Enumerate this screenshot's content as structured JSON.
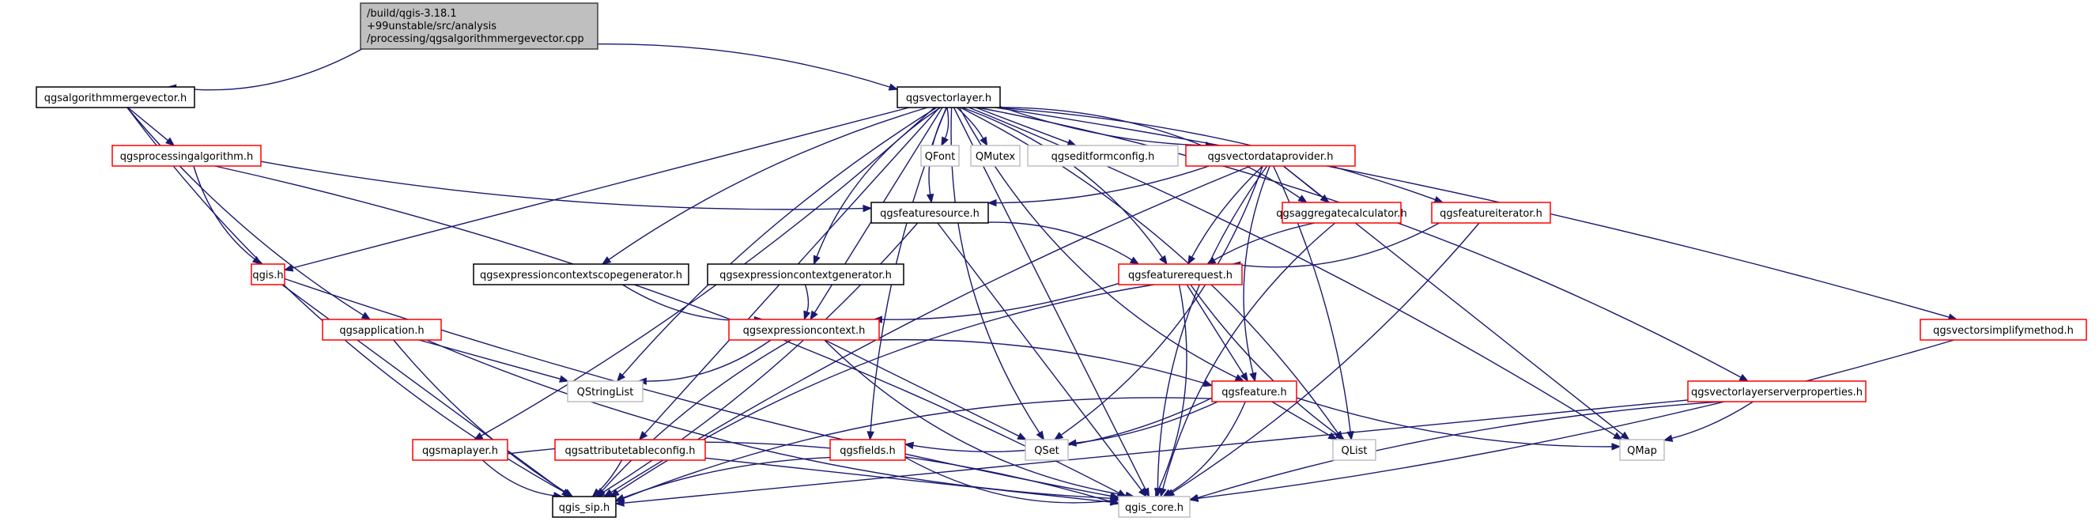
{
  "diagram": {
    "type": "include-dependency-graph",
    "root": "root",
    "legend_colors": {
      "root_fill": "#bfbfbf",
      "root_border": "#404040",
      "documented_border": "#000000",
      "truncated_border": "#ff0000",
      "external_border": "#bfbfbf",
      "edge": "#191970"
    },
    "nodes": [
      {
        "id": "root",
        "lines": [
          "/build/qgis-3.18.1",
          "+99unstable/src/analysis",
          "/processing/qgsalgorithmmergevector.cpp"
        ],
        "kind": "root"
      },
      {
        "id": "algmerge",
        "lines": [
          "qgsalgorithmmergevector.h"
        ],
        "kind": "documented"
      },
      {
        "id": "vectorlayer",
        "lines": [
          "qgsvectorlayer.h"
        ],
        "kind": "documented"
      },
      {
        "id": "procalg",
        "lines": [
          "qgsprocessingalgorithm.h"
        ],
        "kind": "truncated"
      },
      {
        "id": "qfont",
        "lines": [
          "QFont"
        ],
        "kind": "external"
      },
      {
        "id": "qmutex",
        "lines": [
          "QMutex"
        ],
        "kind": "external"
      },
      {
        "id": "editform",
        "lines": [
          "qgseditformconfig.h"
        ],
        "kind": "external"
      },
      {
        "id": "vdp",
        "lines": [
          "qgsvectordataprovider.h"
        ],
        "kind": "truncated"
      },
      {
        "id": "featsource",
        "lines": [
          "qgsfeaturesource.h"
        ],
        "kind": "documented"
      },
      {
        "id": "aggcalc",
        "lines": [
          "qgsaggregatecalculator.h"
        ],
        "kind": "truncated"
      },
      {
        "id": "featiter",
        "lines": [
          "qgsfeatureiterator.h"
        ],
        "kind": "truncated"
      },
      {
        "id": "qgis",
        "lines": [
          "qgis.h"
        ],
        "kind": "truncated"
      },
      {
        "id": "ecscopegen",
        "lines": [
          "qgsexpressioncontextscopegenerator.h"
        ],
        "kind": "documented"
      },
      {
        "id": "ecgen",
        "lines": [
          "qgsexpressioncontextgenerator.h"
        ],
        "kind": "documented"
      },
      {
        "id": "featreq",
        "lines": [
          "qgsfeaturerequest.h"
        ],
        "kind": "truncated"
      },
      {
        "id": "simplify",
        "lines": [
          "qgsvectorsimplifymethod.h"
        ],
        "kind": "truncated"
      },
      {
        "id": "app",
        "lines": [
          "qgsapplication.h"
        ],
        "kind": "truncated"
      },
      {
        "id": "expctx",
        "lines": [
          "qgsexpressioncontext.h"
        ],
        "kind": "truncated"
      },
      {
        "id": "qstringlist",
        "lines": [
          "QStringList"
        ],
        "kind": "external"
      },
      {
        "id": "feature",
        "lines": [
          "qgsfeature.h"
        ],
        "kind": "truncated"
      },
      {
        "id": "vlserverprops",
        "lines": [
          "qgsvectorlayerserverproperties.h"
        ],
        "kind": "truncated"
      },
      {
        "id": "maplayer",
        "lines": [
          "qgsmaplayer.h"
        ],
        "kind": "truncated"
      },
      {
        "id": "attrtable",
        "lines": [
          "qgsattributetableconfig.h"
        ],
        "kind": "truncated"
      },
      {
        "id": "fields",
        "lines": [
          "qgsfields.h"
        ],
        "kind": "truncated"
      },
      {
        "id": "qset",
        "lines": [
          "QSet"
        ],
        "kind": "external"
      },
      {
        "id": "qlist",
        "lines": [
          "QList"
        ],
        "kind": "external"
      },
      {
        "id": "qmap",
        "lines": [
          "QMap"
        ],
        "kind": "external"
      },
      {
        "id": "sip",
        "lines": [
          "qgis_sip.h"
        ],
        "kind": "documented"
      },
      {
        "id": "core",
        "lines": [
          "qgis_core.h"
        ],
        "kind": "external"
      }
    ],
    "edges": [
      [
        "root",
        "algmerge"
      ],
      [
        "root",
        "vectorlayer"
      ],
      [
        "algmerge",
        "procalg"
      ],
      [
        "algmerge",
        "app"
      ],
      [
        "algmerge",
        "sip"
      ],
      [
        "vectorlayer",
        "qfont"
      ],
      [
        "vectorlayer",
        "qmutex"
      ],
      [
        "vectorlayer",
        "editform"
      ],
      [
        "vectorlayer",
        "vdp"
      ],
      [
        "vectorlayer",
        "featsource"
      ],
      [
        "vectorlayer",
        "aggcalc"
      ],
      [
        "vectorlayer",
        "featiter"
      ],
      [
        "vectorlayer",
        "qgis"
      ],
      [
        "vectorlayer",
        "ecscopegen"
      ],
      [
        "vectorlayer",
        "ecgen"
      ],
      [
        "vectorlayer",
        "featreq"
      ],
      [
        "vectorlayer",
        "simplify"
      ],
      [
        "vectorlayer",
        "expctx"
      ],
      [
        "vectorlayer",
        "qstringlist"
      ],
      [
        "vectorlayer",
        "feature"
      ],
      [
        "vectorlayer",
        "vlserverprops"
      ],
      [
        "vectorlayer",
        "maplayer"
      ],
      [
        "vectorlayer",
        "attrtable"
      ],
      [
        "vectorlayer",
        "fields"
      ],
      [
        "vectorlayer",
        "qset"
      ],
      [
        "vectorlayer",
        "qlist"
      ],
      [
        "vectorlayer",
        "qmap"
      ],
      [
        "vectorlayer",
        "core"
      ],
      [
        "procalg",
        "featsource"
      ],
      [
        "procalg",
        "qgis"
      ],
      [
        "procalg",
        "core"
      ],
      [
        "vdp",
        "featsource"
      ],
      [
        "vdp",
        "aggcalc"
      ],
      [
        "vdp",
        "featreq"
      ],
      [
        "vdp",
        "feature"
      ],
      [
        "vdp",
        "qset"
      ],
      [
        "vdp",
        "qlist"
      ],
      [
        "vdp",
        "qmap"
      ],
      [
        "vdp",
        "sip"
      ],
      [
        "vdp",
        "core"
      ],
      [
        "featsource",
        "featreq"
      ],
      [
        "featsource",
        "sip"
      ],
      [
        "featsource",
        "core"
      ],
      [
        "aggcalc",
        "featreq"
      ],
      [
        "aggcalc",
        "core"
      ],
      [
        "featiter",
        "featreq"
      ],
      [
        "featiter",
        "core"
      ],
      [
        "qgis",
        "sip"
      ],
      [
        "qgis",
        "core"
      ],
      [
        "ecscopegen",
        "expctx"
      ],
      [
        "ecgen",
        "expctx"
      ],
      [
        "featreq",
        "expctx"
      ],
      [
        "featreq",
        "feature"
      ],
      [
        "featreq",
        "qlist"
      ],
      [
        "featreq",
        "sip"
      ],
      [
        "featreq",
        "core"
      ],
      [
        "simplify",
        "core"
      ],
      [
        "app",
        "qstringlist"
      ],
      [
        "app",
        "sip"
      ],
      [
        "app",
        "core"
      ],
      [
        "expctx",
        "qstringlist"
      ],
      [
        "expctx",
        "feature"
      ],
      [
        "expctx",
        "qset"
      ],
      [
        "expctx",
        "sip"
      ],
      [
        "expctx",
        "core"
      ],
      [
        "feature",
        "fields"
      ],
      [
        "feature",
        "qset"
      ],
      [
        "feature",
        "qlist"
      ],
      [
        "feature",
        "qmap"
      ],
      [
        "feature",
        "sip"
      ],
      [
        "feature",
        "core"
      ],
      [
        "vlserverprops",
        "qmap"
      ],
      [
        "vlserverprops",
        "sip"
      ],
      [
        "vlserverprops",
        "core"
      ],
      [
        "maplayer",
        "sip"
      ],
      [
        "maplayer",
        "core"
      ],
      [
        "attrtable",
        "sip"
      ],
      [
        "attrtable",
        "core"
      ],
      [
        "fields",
        "sip"
      ],
      [
        "fields",
        "core"
      ]
    ]
  }
}
